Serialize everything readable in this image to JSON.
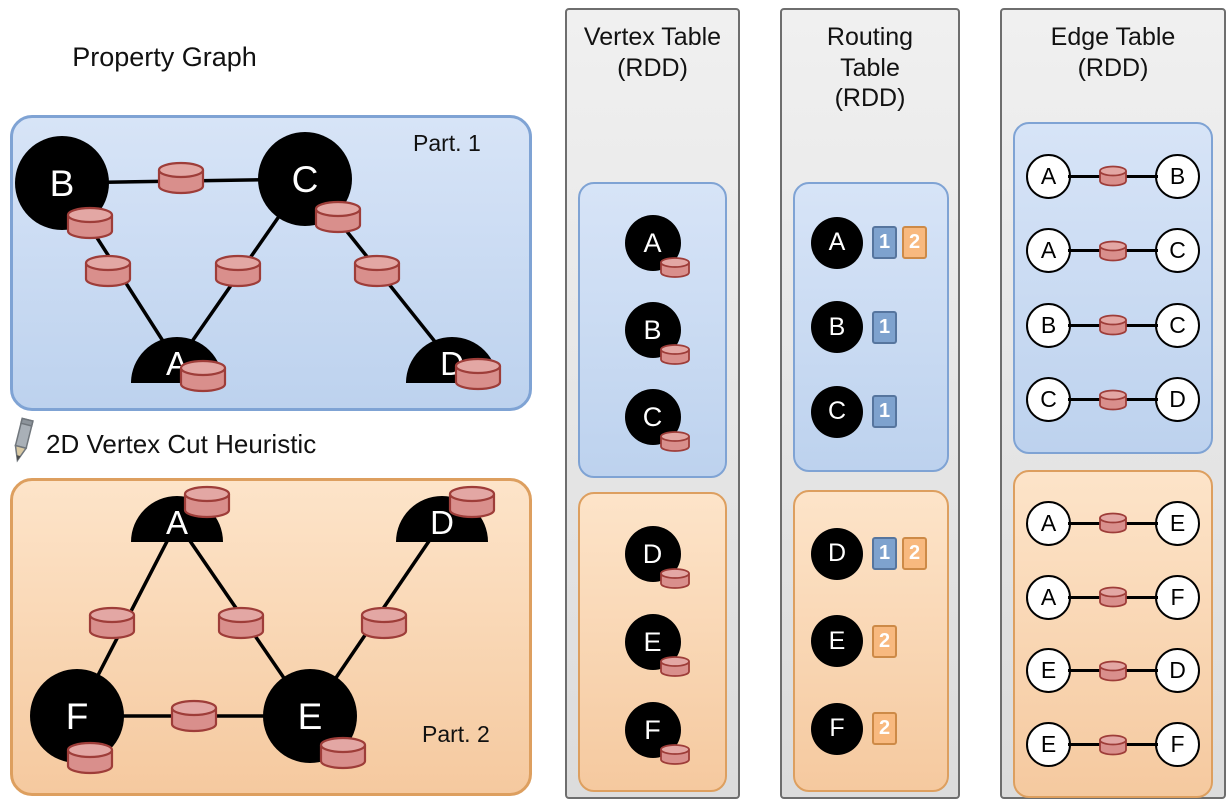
{
  "left": {
    "title": "Property Graph",
    "cut_label": "2D Vertex Cut Heuristic",
    "partitions": [
      {
        "id": "part1",
        "label": "Part. 1",
        "theme": "blue",
        "vertices": [
          {
            "id": "B",
            "half": false
          },
          {
            "id": "C",
            "half": false
          },
          {
            "id": "A",
            "half": true
          },
          {
            "id": "D",
            "half": true
          }
        ],
        "edges": [
          [
            "B",
            "C"
          ],
          [
            "B",
            "A"
          ],
          [
            "C",
            "A"
          ],
          [
            "C",
            "D"
          ]
        ]
      },
      {
        "id": "part2",
        "label": "Part. 2",
        "theme": "orange",
        "vertices": [
          {
            "id": "A",
            "half": true
          },
          {
            "id": "D",
            "half": true
          },
          {
            "id": "F",
            "half": false
          },
          {
            "id": "E",
            "half": false
          }
        ],
        "edges": [
          [
            "A",
            "F"
          ],
          [
            "A",
            "E"
          ],
          [
            "E",
            "D"
          ],
          [
            "F",
            "E"
          ]
        ]
      }
    ]
  },
  "vertex_table": {
    "title": "Vertex Table\n(RDD)",
    "groups": [
      {
        "theme": "blue",
        "vertices": [
          "A",
          "B",
          "C"
        ]
      },
      {
        "theme": "orange",
        "vertices": [
          "D",
          "E",
          "F"
        ]
      }
    ]
  },
  "routing_table": {
    "title": "Routing\nTable\n(RDD)",
    "groups": [
      {
        "theme": "blue",
        "rows": [
          {
            "vertex": "A",
            "partitions": [
              "1",
              "2"
            ]
          },
          {
            "vertex": "B",
            "partitions": [
              "1"
            ]
          },
          {
            "vertex": "C",
            "partitions": [
              "1"
            ]
          }
        ]
      },
      {
        "theme": "orange",
        "rows": [
          {
            "vertex": "D",
            "partitions": [
              "1",
              "2"
            ]
          },
          {
            "vertex": "E",
            "partitions": [
              "2"
            ]
          },
          {
            "vertex": "F",
            "partitions": [
              "2"
            ]
          }
        ]
      }
    ]
  },
  "edge_table": {
    "title": "Edge Table\n(RDD)",
    "groups": [
      {
        "theme": "blue",
        "edges": [
          [
            "A",
            "B"
          ],
          [
            "A",
            "C"
          ],
          [
            "B",
            "C"
          ],
          [
            "C",
            "D"
          ]
        ]
      },
      {
        "theme": "orange",
        "edges": [
          [
            "A",
            "E"
          ],
          [
            "A",
            "F"
          ],
          [
            "E",
            "D"
          ],
          [
            "E",
            "F"
          ]
        ]
      }
    ]
  },
  "colors": {
    "blue_fill_top": "#d7e4f7",
    "blue_fill_bottom": "#bdd2ee",
    "blue_border": "#7fa3d4",
    "orange_fill_top": "#fde4c9",
    "orange_fill_bottom": "#f5c99f",
    "orange_border": "#dd9f5f",
    "panel_fill_top": "#f0f0f0",
    "panel_fill_bottom": "#dcdcdc",
    "panel_border": "#6e6e6e",
    "cylinder_fill": "#d98f8c",
    "cylinder_top_fill": "#e3a7a4",
    "cylinder_stroke": "#9e3d39",
    "node_fill": "#000000",
    "node_text": "#ffffff",
    "tag_blue_fill": "#7ea2ce",
    "tag_blue_border": "#56759e",
    "tag_orange_fill": "#f8b97f",
    "tag_orange_border": "#cd8a47",
    "edge_line": "#000000",
    "text_color": "#111111"
  }
}
